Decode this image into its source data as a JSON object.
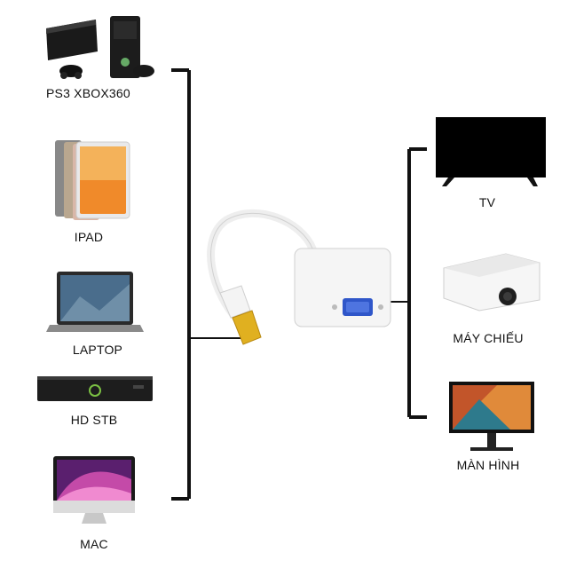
{
  "left_devices": [
    {
      "label": "PS3 XBOX360",
      "icon": "game-console-icon"
    },
    {
      "label": "IPAD",
      "icon": "ipad-icon"
    },
    {
      "label": "LAPTOP",
      "icon": "laptop-icon"
    },
    {
      "label": "HD STB",
      "icon": "set-top-box-icon"
    },
    {
      "label": "MAC",
      "icon": "imac-icon"
    }
  ],
  "right_devices": [
    {
      "label": "TV",
      "icon": "tv-icon"
    },
    {
      "label": "MÁY CHIẾU",
      "icon": "projector-icon"
    },
    {
      "label": "MÀN HÌNH",
      "icon": "monitor-icon"
    }
  ],
  "center": {
    "icon": "hdmi-to-vga-adapter-icon"
  },
  "colors": {
    "line": "#111111",
    "adapter": "#f2f2f2",
    "gold": "#d4a017",
    "vga_port": "#2f56c9"
  }
}
